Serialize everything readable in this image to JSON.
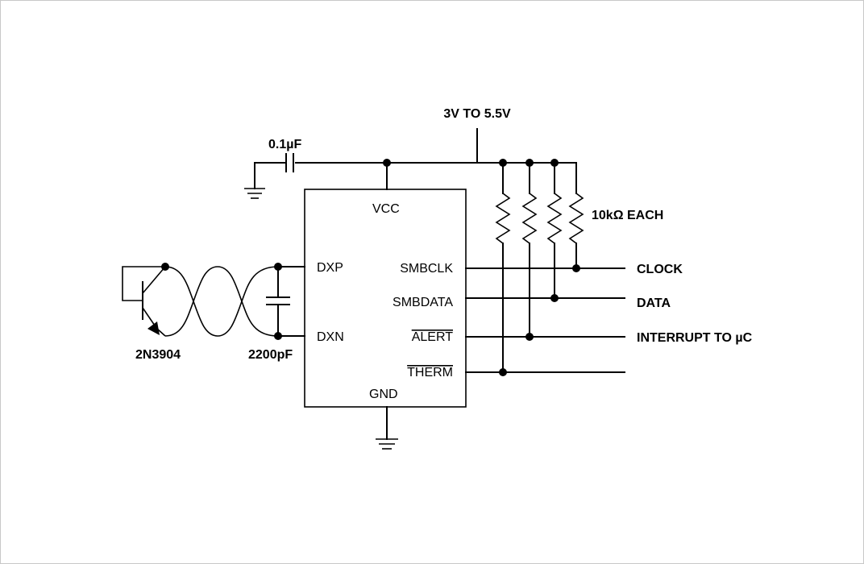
{
  "supply_label": "3V TO 5.5V",
  "bypass_cap_label": "0.1µF",
  "pullup_label": "10kΩ  EACH",
  "transistor_label": "2N3904",
  "filter_cap_label": "2200pF",
  "ic": {
    "vcc": "VCC",
    "gnd": "GND",
    "dxp": "DXP",
    "dxn": "DXN",
    "smbclk": "SMBCLK",
    "smbdata": "SMBDATA",
    "alert": "ALERT",
    "therm": "THERM"
  },
  "outputs": {
    "clock": "CLOCK",
    "data": "DATA",
    "interrupt": "INTERRUPT TO µC"
  }
}
